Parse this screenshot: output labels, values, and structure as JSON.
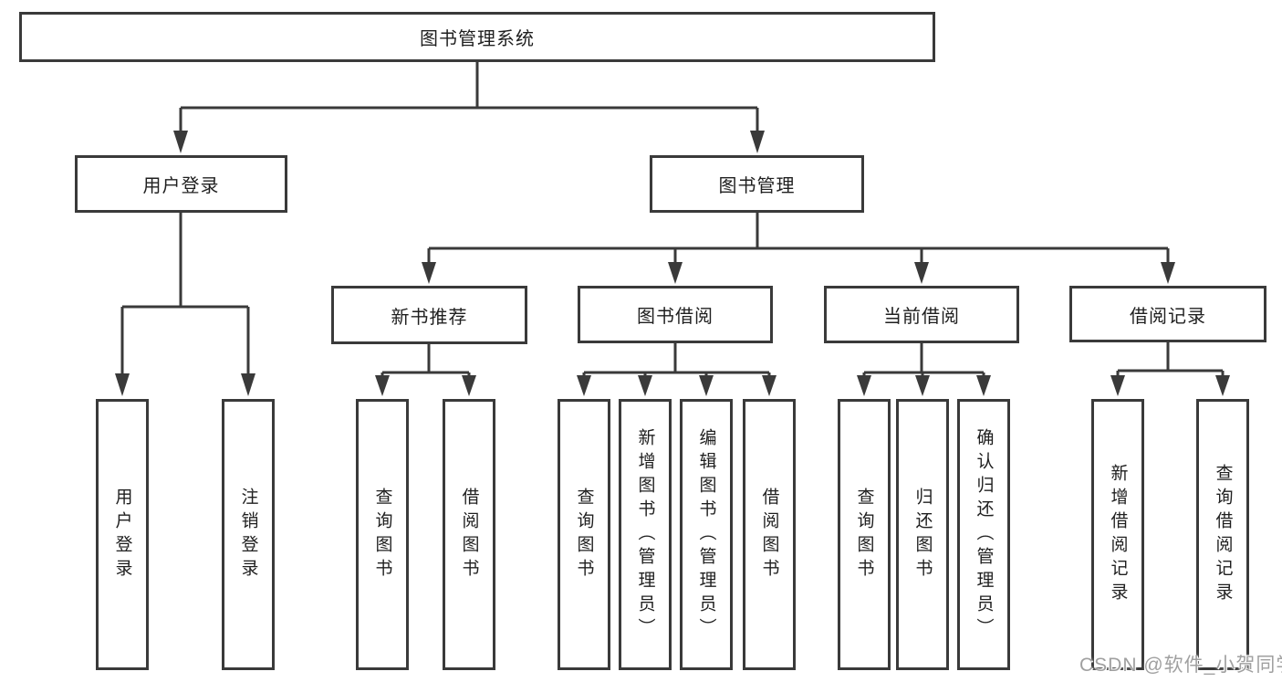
{
  "colors": {
    "line": "#3a3a3a",
    "text": "#1f1f1f",
    "background": "#ffffff",
    "watermark_text": "#a0a0a0"
  },
  "nodes": {
    "root": "图书管理系统",
    "level2": [
      "用户登录",
      "图书管理"
    ],
    "level3": [
      "新书推荐",
      "图书借阅",
      "当前借阅",
      "借阅记录"
    ],
    "leaves": {
      "login": [
        "用户登录",
        "注销登录"
      ],
      "recommend": [
        "查询图书",
        "借阅图书"
      ],
      "borrow": [
        "查询图书",
        "新增图书（管理员）",
        "编辑图书（管理员）",
        "借阅图书"
      ],
      "current": [
        "查询图书",
        "归还图书",
        "确认归还（管理员）"
      ],
      "records": [
        "新增借阅记录",
        "查询借阅记录"
      ]
    }
  },
  "watermark": "CSDN @软件_小贺同学"
}
